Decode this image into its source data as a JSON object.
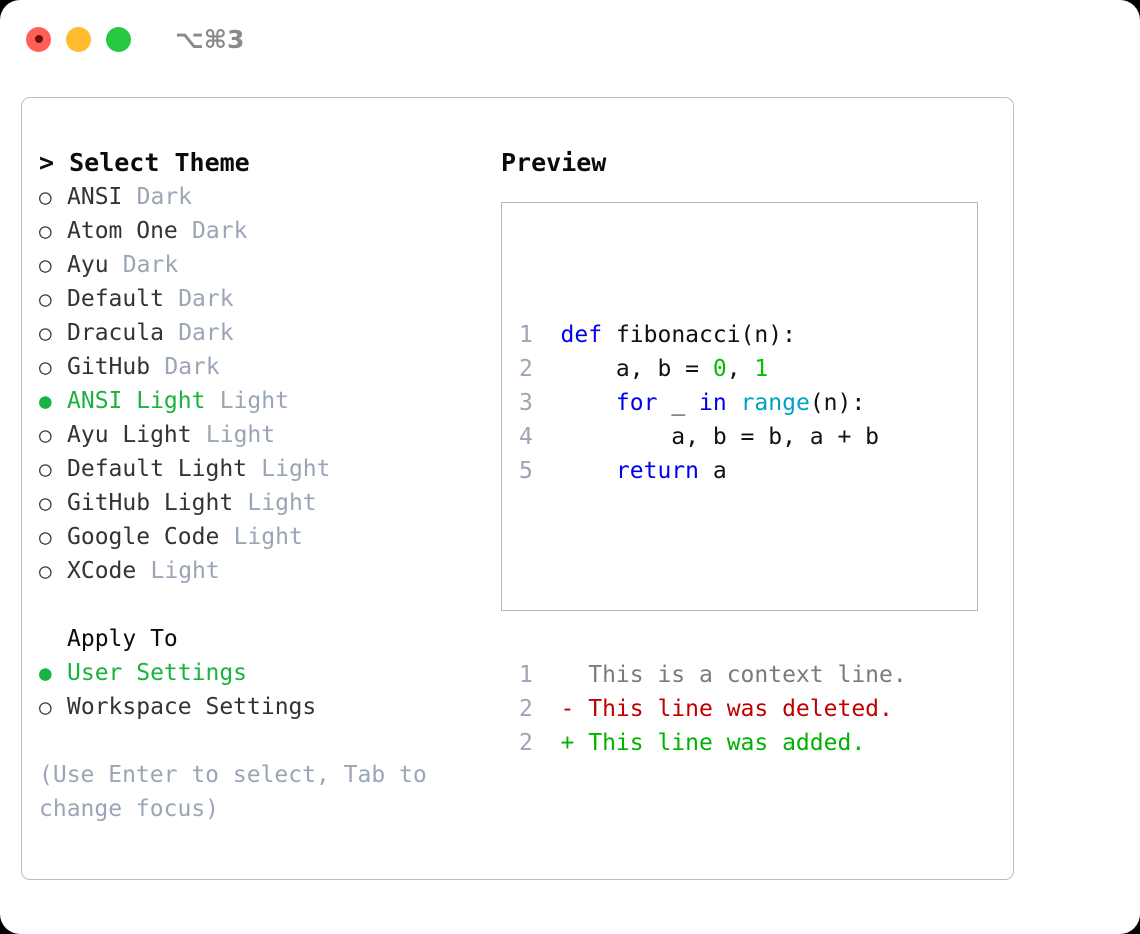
{
  "titlebar": {
    "traffic_lights": [
      {
        "name": "close",
        "color": "#ff5f57"
      },
      {
        "name": "minimize",
        "color": "#febc2e"
      },
      {
        "name": "maximize",
        "color": "#28c840"
      }
    ],
    "shortcut": "⌥⌘3"
  },
  "theme_list": {
    "title": "> Select Theme",
    "items": [
      {
        "marker": "○",
        "label": "ANSI",
        "suffix": "Dark",
        "selected": false
      },
      {
        "marker": "○",
        "label": "Atom One",
        "suffix": "Dark",
        "selected": false
      },
      {
        "marker": "○",
        "label": "Ayu",
        "suffix": "Dark",
        "selected": false
      },
      {
        "marker": "○",
        "label": "Default",
        "suffix": "Dark",
        "selected": false
      },
      {
        "marker": "○",
        "label": "Dracula",
        "suffix": "Dark",
        "selected": false
      },
      {
        "marker": "○",
        "label": "GitHub",
        "suffix": "Dark",
        "selected": false
      },
      {
        "marker": "●",
        "label": "ANSI Light",
        "suffix": "Light",
        "selected": true
      },
      {
        "marker": "○",
        "label": "Ayu Light",
        "suffix": "Light",
        "selected": false
      },
      {
        "marker": "○",
        "label": "Default Light",
        "suffix": "Light",
        "selected": false
      },
      {
        "marker": "○",
        "label": "GitHub Light",
        "suffix": "Light",
        "selected": false
      },
      {
        "marker": "○",
        "label": "Google Code",
        "suffix": "Light",
        "selected": false
      },
      {
        "marker": "○",
        "label": "XCode",
        "suffix": "Light",
        "selected": false
      }
    ]
  },
  "apply_to": {
    "title": "Apply To",
    "items": [
      {
        "marker": "●",
        "label": "User Settings",
        "selected": true
      },
      {
        "marker": "○",
        "label": "Workspace Settings",
        "selected": false
      }
    ]
  },
  "help": {
    "text": "(Use Enter to select, Tab to change focus)"
  },
  "preview": {
    "title": "Preview",
    "code_lines": [
      {
        "no": "1",
        "tokens": [
          {
            "t": "def",
            "c": "kw"
          },
          {
            "t": " ",
            "c": "plain"
          },
          {
            "t": "fibonacci(n):",
            "c": "plain"
          }
        ]
      },
      {
        "no": "2",
        "tokens": [
          {
            "t": "    a, b = ",
            "c": "plain"
          },
          {
            "t": "0",
            "c": "num"
          },
          {
            "t": ", ",
            "c": "plain"
          },
          {
            "t": "1",
            "c": "num"
          }
        ]
      },
      {
        "no": "3",
        "tokens": [
          {
            "t": "    ",
            "c": "plain"
          },
          {
            "t": "for",
            "c": "kw"
          },
          {
            "t": " _ ",
            "c": "plain"
          },
          {
            "t": "in",
            "c": "kw"
          },
          {
            "t": " ",
            "c": "plain"
          },
          {
            "t": "range",
            "c": "fn"
          },
          {
            "t": "(n):",
            "c": "plain"
          }
        ]
      },
      {
        "no": "4",
        "tokens": [
          {
            "t": "        a, b = b, a + b",
            "c": "plain"
          }
        ]
      },
      {
        "no": "5",
        "tokens": [
          {
            "t": "    ",
            "c": "plain"
          },
          {
            "t": "return",
            "c": "kw"
          },
          {
            "t": " a",
            "c": "plain"
          }
        ]
      }
    ],
    "diff_lines": [
      {
        "no": "1",
        "text": "  This is a context line.",
        "kind": "ctx"
      },
      {
        "no": "2",
        "text": "- This line was deleted.",
        "kind": "del"
      },
      {
        "no": "2",
        "text": "+ This line was added.",
        "kind": "add"
      }
    ]
  }
}
